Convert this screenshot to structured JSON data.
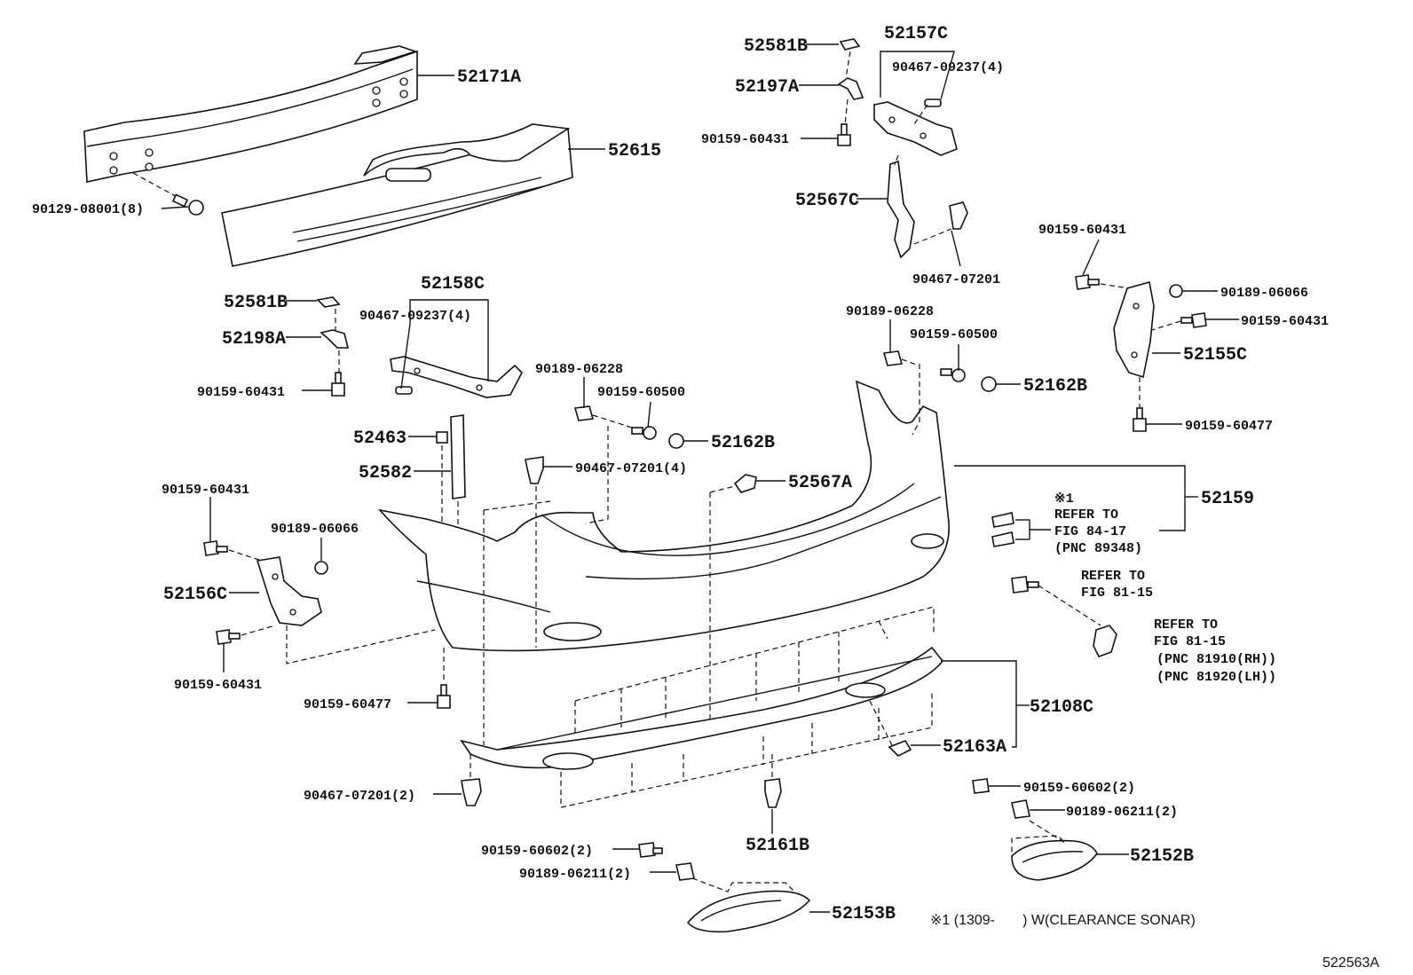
{
  "diagram": {
    "callouts": {
      "c52171A": "52171A",
      "c52615": "52615",
      "c90129": "90129-08001(8)",
      "c52581B_top": "52581B",
      "c52197A": "52197A",
      "c90159_60431_a": "90159-60431",
      "c52157C": "52157C",
      "c90467_09237_a": "90467-09237(4)",
      "c52567C": "52567C",
      "c90467_07201_a": "90467-07201",
      "c52581B_left": "52581B",
      "c52158C": "52158C",
      "c90467_09237_b": "90467-09237(4)",
      "c52198A": "52198A",
      "c90159_60431_b": "90159-60431",
      "c90189_06228_a": "90189-06228",
      "c90159_60500_a": "90159-60500",
      "c52162B_a": "52162B",
      "c90189_06228_b": "90189-06228",
      "c90159_60500_b": "90159-60500",
      "c52162B_b": "52162B",
      "c90159_60431_c": "90159-60431",
      "c90189_06066_a": "90189-06066",
      "c90159_60431_d": "90159-60431",
      "c52155C": "52155C",
      "c90159_60477_a": "90159-60477",
      "c52463": "52463",
      "c52582": "52582",
      "c90467_07201_b": "90467-07201(4)",
      "c52567A": "52567A",
      "c52159": "52159",
      "c90159_60431_e": "90159-60431",
      "c90189_06066_b": "90189-06066",
      "c52156C": "52156C",
      "c90159_60431_f": "90159-60431",
      "c90159_60477_b": "90159-60477",
      "c52108C": "52108C",
      "c52163A": "52163A",
      "c90467_07201_c": "90467-07201(2)",
      "c52161B": "52161B",
      "c90159_60602_a": "90159-60602(2)",
      "c90189_06211_a": "90189-06211(2)",
      "c52153B": "52153B",
      "c90159_60602_b": "90159-60602(2)",
      "c90189_06211_b": "90189-06211(2)",
      "c52152B": "52152B"
    },
    "notes": {
      "n1_mark": "※1",
      "n1_l1": "REFER TO",
      "n1_l2": "FIG 84-17",
      "n1_l3": "(PNC 89348)",
      "n2_l1": "REFER TO",
      "n2_l2": "FIG 81-15",
      "n3_l1": "REFER TO",
      "n3_l2": "FIG 81-15",
      "n3_l3": "(PNC 81910(RH))",
      "n3_l4": "(PNC 81920(LH))"
    },
    "footnote": "※1 (1309-       ) W(CLEARANCE SONAR)",
    "figure_id": "522563A"
  }
}
